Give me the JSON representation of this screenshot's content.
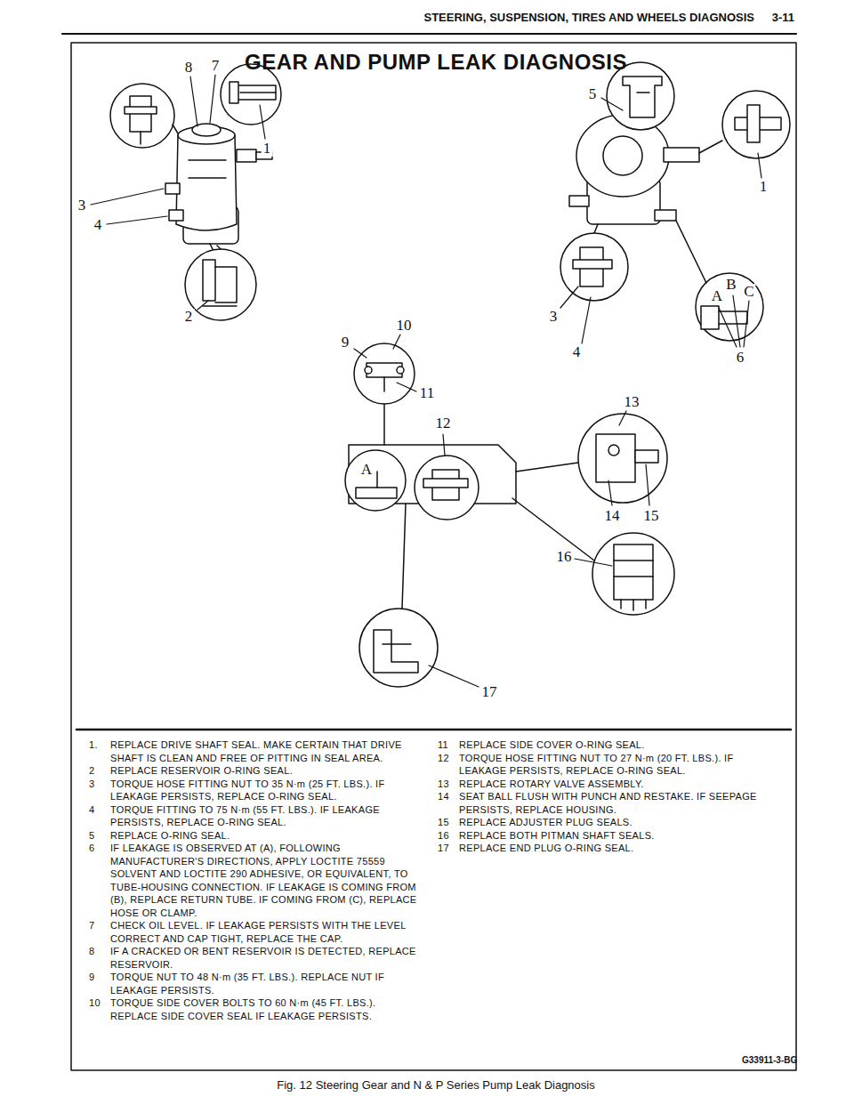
{
  "diagram": {
    "title": "GEAR AND PUMP LEAK DIAGNOSIS",
    "caption": "Fig. 12 Steering Gear and N & P Series Pump Leak Diagnosis",
    "labels": [
      "STEERING, SUSPENSION, TIRES AND WHEELS DIAGNOSIS",
      "3-11",
      "8",
      "7",
      "1",
      "3",
      "4",
      "2",
      "5",
      "1",
      "3",
      "4",
      "6",
      "A",
      "B",
      "C",
      "9",
      "10",
      "11",
      "12",
      "A",
      "13",
      "14",
      "15",
      "16",
      "17",
      "1.",
      "REPLACE DRIVE SHAFT SEAL. MAKE CERTAIN THAT DRIVE SHAFT IS CLEAN AND FREE OF PITTING IN SEAL AREA.",
      "2",
      "REPLACE RESERVOIR O-RING SEAL.",
      "3",
      "TORQUE HOSE FITTING NUT TO 35 N·m (25 FT. LBS.). IF LEAKAGE PERSISTS, REPLACE O-RING SEAL.",
      "4",
      "TORQUE FITTING TO 75 N·m (55 FT. LBS.). IF LEAKAGE PERSISTS, REPLACE O-RING SEAL.",
      "5",
      "REPLACE O-RING SEAL.",
      "6",
      "IF LEAKAGE IS OBSERVED AT (A), FOLLOWING MANUFACTURER'S DIRECTIONS, APPLY LOCTITE 75559 SOLVENT AND LOCTITE 290 ADHESIVE, OR EQUIVALENT, TO TUBE-HOUSING CONNECTION. IF LEAKAGE IS COMING FROM (B), REPLACE RETURN TUBE. IF COMING FROM (C), REPLACE HOSE OR CLAMP.",
      "7",
      "CHECK OIL LEVEL. IF LEAKAGE PERSISTS WITH THE LEVEL CORRECT AND CAP TIGHT, REPLACE THE CAP.",
      "8",
      "IF A CRACKED OR BENT RESERVOIR IS DETECTED, REPLACE RESERVOIR.",
      "9",
      "TORQUE NUT TO 48 N·m (35 FT. LBS.). REPLACE NUT IF LEAKAGE PERSISTS.",
      "10",
      "TORQUE SIDE COVER BOLTS TO 60 N·m (45 FT. LBS.). REPLACE SIDE COVER SEAL IF LEAKAGE PERSISTS.",
      "11",
      "REPLACE SIDE COVER O-RING SEAL.",
      "12",
      "TORQUE HOSE FITTING NUT TO 27 N·m (20 FT. LBS.). IF LEAKAGE PERSISTS, REPLACE O-RING SEAL.",
      "13",
      "REPLACE ROTARY VALVE ASSEMBLY.",
      "14",
      "SEAT BALL FLUSH WITH PUNCH AND RESTAKE. IF SEEPAGE PERSISTS, REPLACE HOUSING.",
      "15",
      "REPLACE ADJUSTER PLUG SEALS.",
      "16",
      "REPLACE BOTH PITMAN SHAFT SEALS.",
      "17",
      "REPLACE END PLUG O-RING SEAL.",
      "G33911-3-BG"
    ]
  }
}
